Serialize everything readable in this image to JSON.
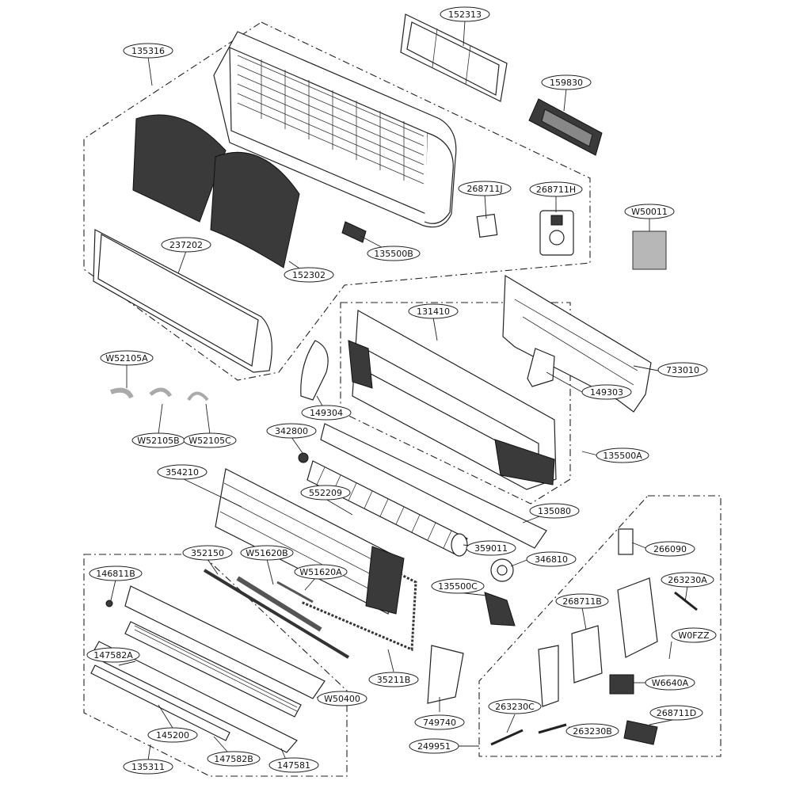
{
  "labels": [
    {
      "id": "135316",
      "text": "135316"
    },
    {
      "id": "152313",
      "text": "152313"
    },
    {
      "id": "159830",
      "text": "159830"
    },
    {
      "id": "268711J",
      "text": "268711J"
    },
    {
      "id": "268711H",
      "text": "268711H"
    },
    {
      "id": "W50011",
      "text": "W50011"
    },
    {
      "id": "135500B",
      "text": "135500B"
    },
    {
      "id": "237202",
      "text": "237202"
    },
    {
      "id": "152302",
      "text": "152302"
    },
    {
      "id": "131410",
      "text": "131410"
    },
    {
      "id": "733010",
      "text": "733010"
    },
    {
      "id": "149303",
      "text": "149303"
    },
    {
      "id": "149304",
      "text": "149304"
    },
    {
      "id": "W52105A",
      "text": "W52105A"
    },
    {
      "id": "W52105B",
      "text": "W52105B"
    },
    {
      "id": "W52105C",
      "text": "W52105C"
    },
    {
      "id": "342800",
      "text": "342800"
    },
    {
      "id": "135500A",
      "text": "135500A"
    },
    {
      "id": "354210",
      "text": "354210"
    },
    {
      "id": "552209",
      "text": "552209"
    },
    {
      "id": "135080",
      "text": "135080"
    },
    {
      "id": "359011",
      "text": "359011"
    },
    {
      "id": "346810",
      "text": "346810"
    },
    {
      "id": "266090",
      "text": "266090"
    },
    {
      "id": "263230A",
      "text": "263230A"
    },
    {
      "id": "352150",
      "text": "352150"
    },
    {
      "id": "W51620B",
      "text": "W51620B"
    },
    {
      "id": "W51620A",
      "text": "W51620A"
    },
    {
      "id": "146811B",
      "text": "146811B"
    },
    {
      "id": "135500C",
      "text": "135500C"
    },
    {
      "id": "268711B",
      "text": "268711B"
    },
    {
      "id": "W0FZZ",
      "text": "W0FZZ"
    },
    {
      "id": "147582A",
      "text": "147582A"
    },
    {
      "id": "35211B",
      "text": "35211B"
    },
    {
      "id": "W6640A",
      "text": "W6640A"
    },
    {
      "id": "W50400",
      "text": "W50400"
    },
    {
      "id": "268711D",
      "text": "268711D"
    },
    {
      "id": "263230C",
      "text": "263230C"
    },
    {
      "id": "263230B",
      "text": "263230B"
    },
    {
      "id": "749740",
      "text": "749740"
    },
    {
      "id": "145200",
      "text": "145200"
    },
    {
      "id": "249951",
      "text": "249951"
    },
    {
      "id": "147582B",
      "text": "147582B"
    },
    {
      "id": "147581",
      "text": "147581"
    },
    {
      "id": "135311",
      "text": "135311"
    }
  ]
}
